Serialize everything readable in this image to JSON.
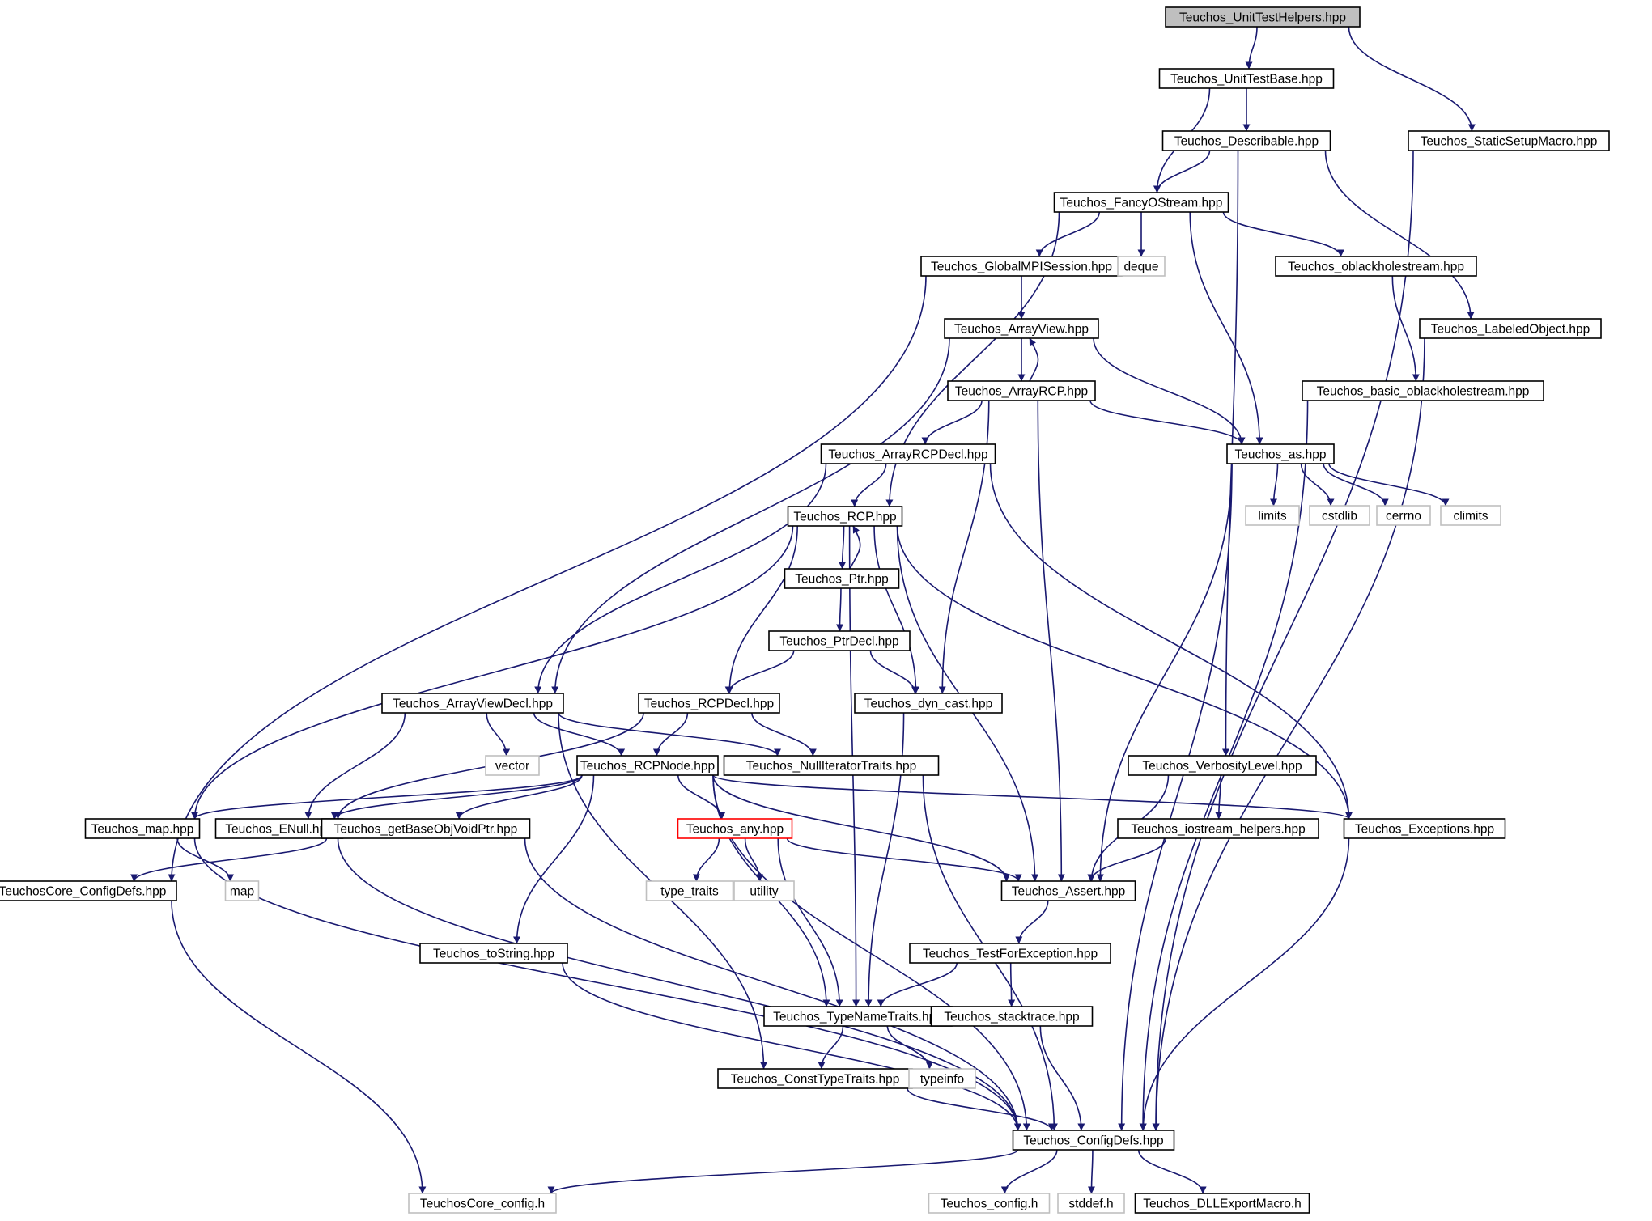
{
  "colors": {
    "edge": "#191970",
    "node_border": "#000000",
    "external_border": "#bfbfbf",
    "incomplete_border": "#ff0000",
    "root_fill": "#bfbfbf",
    "node_fill": "#ffffff"
  },
  "nodes": [
    {
      "id": "n_unittesthelpers",
      "label": "Teuchos_UnitTestHelpers.hpp",
      "kind": "root"
    },
    {
      "id": "n_unittestbase",
      "label": "Teuchos_UnitTestBase.hpp",
      "kind": "normal"
    },
    {
      "id": "n_staticsetupmacro",
      "label": "Teuchos_StaticSetupMacro.hpp",
      "kind": "normal"
    },
    {
      "id": "n_describable",
      "label": "Teuchos_Describable.hpp",
      "kind": "normal"
    },
    {
      "id": "n_fancyostream",
      "label": "Teuchos_FancyOStream.hpp",
      "kind": "normal"
    },
    {
      "id": "n_globalmpisession",
      "label": "Teuchos_GlobalMPISession.hpp",
      "kind": "normal"
    },
    {
      "id": "n_deque",
      "label": "deque",
      "kind": "external"
    },
    {
      "id": "n_oblackholestream",
      "label": "Teuchos_oblackholestream.hpp",
      "kind": "normal"
    },
    {
      "id": "n_labeledobject",
      "label": "Teuchos_LabeledObject.hpp",
      "kind": "normal"
    },
    {
      "id": "n_arrayview",
      "label": "Teuchos_ArrayView.hpp",
      "kind": "normal"
    },
    {
      "id": "n_arrayrcp",
      "label": "Teuchos_ArrayRCP.hpp",
      "kind": "normal"
    },
    {
      "id": "n_basic_oblackholestream",
      "label": "Teuchos_basic_oblackholestream.hpp",
      "kind": "normal"
    },
    {
      "id": "n_arrayrcpdecl",
      "label": "Teuchos_ArrayRCPDecl.hpp",
      "kind": "normal"
    },
    {
      "id": "n_as",
      "label": "Teuchos_as.hpp",
      "kind": "normal"
    },
    {
      "id": "n_rcp",
      "label": "Teuchos_RCP.hpp",
      "kind": "normal"
    },
    {
      "id": "n_limits",
      "label": "limits",
      "kind": "external"
    },
    {
      "id": "n_cstdlib",
      "label": "cstdlib",
      "kind": "external"
    },
    {
      "id": "n_cerrno",
      "label": "cerrno",
      "kind": "external"
    },
    {
      "id": "n_climits",
      "label": "climits",
      "kind": "external"
    },
    {
      "id": "n_ptr",
      "label": "Teuchos_Ptr.hpp",
      "kind": "normal"
    },
    {
      "id": "n_ptrdecl",
      "label": "Teuchos_PtrDecl.hpp",
      "kind": "normal"
    },
    {
      "id": "n_arrayviewdecl",
      "label": "Teuchos_ArrayViewDecl.hpp",
      "kind": "normal"
    },
    {
      "id": "n_rcpdecl",
      "label": "Teuchos_RCPDecl.hpp",
      "kind": "normal"
    },
    {
      "id": "n_dyn_cast",
      "label": "Teuchos_dyn_cast.hpp",
      "kind": "normal"
    },
    {
      "id": "n_vector",
      "label": "vector",
      "kind": "external"
    },
    {
      "id": "n_rcpnode",
      "label": "Teuchos_RCPNode.hpp",
      "kind": "normal"
    },
    {
      "id": "n_nulliteratortraits",
      "label": "Teuchos_NullIteratorTraits.hpp",
      "kind": "normal"
    },
    {
      "id": "n_verbositylevel",
      "label": "Teuchos_VerbosityLevel.hpp",
      "kind": "normal"
    },
    {
      "id": "n_map_hpp",
      "label": "Teuchos_map.hpp",
      "kind": "normal"
    },
    {
      "id": "n_enull",
      "label": "Teuchos_ENull.hpp",
      "kind": "normal"
    },
    {
      "id": "n_getbaseobjvoidptr",
      "label": "Teuchos_getBaseObjVoidPtr.hpp",
      "kind": "normal"
    },
    {
      "id": "n_any",
      "label": "Teuchos_any.hpp",
      "kind": "incomplete"
    },
    {
      "id": "n_iostream_helpers",
      "label": "Teuchos_iostream_helpers.hpp",
      "kind": "normal"
    },
    {
      "id": "n_exceptions",
      "label": "Teuchos_Exceptions.hpp",
      "kind": "normal"
    },
    {
      "id": "n_core_configdefs",
      "label": "TeuchosCore_ConfigDefs.hpp",
      "kind": "normal"
    },
    {
      "id": "n_map",
      "label": "map",
      "kind": "external"
    },
    {
      "id": "n_type_traits",
      "label": "type_traits",
      "kind": "external"
    },
    {
      "id": "n_utility",
      "label": "utility",
      "kind": "external"
    },
    {
      "id": "n_assert",
      "label": "Teuchos_Assert.hpp",
      "kind": "normal"
    },
    {
      "id": "n_tostring",
      "label": "Teuchos_toString.hpp",
      "kind": "normal"
    },
    {
      "id": "n_testforexception",
      "label": "Teuchos_TestForException.hpp",
      "kind": "normal"
    },
    {
      "id": "n_typenametraits",
      "label": "Teuchos_TypeNameTraits.hpp",
      "kind": "normal"
    },
    {
      "id": "n_stacktrace",
      "label": "Teuchos_stacktrace.hpp",
      "kind": "normal"
    },
    {
      "id": "n_consttypetraits",
      "label": "Teuchos_ConstTypeTraits.hpp",
      "kind": "normal"
    },
    {
      "id": "n_typeinfo",
      "label": "typeinfo",
      "kind": "external"
    },
    {
      "id": "n_configdefs",
      "label": "Teuchos_ConfigDefs.hpp",
      "kind": "normal"
    },
    {
      "id": "n_core_config",
      "label": "TeuchosCore_config.h",
      "kind": "external"
    },
    {
      "id": "n_config",
      "label": "Teuchos_config.h",
      "kind": "external"
    },
    {
      "id": "n_stddef",
      "label": "stddef.h",
      "kind": "external"
    },
    {
      "id": "n_dllexportmacro",
      "label": "Teuchos_DLLExportMacro.h",
      "kind": "normal"
    }
  ],
  "edges": [
    [
      "n_unittesthelpers",
      "n_unittestbase"
    ],
    [
      "n_unittesthelpers",
      "n_staticsetupmacro"
    ],
    [
      "n_unittestbase",
      "n_describable"
    ],
    [
      "n_unittestbase",
      "n_fancyostream"
    ],
    [
      "n_describable",
      "n_fancyostream"
    ],
    [
      "n_describable",
      "n_labeledobject"
    ],
    [
      "n_describable",
      "n_verbositylevel"
    ],
    [
      "n_staticsetupmacro",
      "n_configdefs"
    ],
    [
      "n_fancyostream",
      "n_globalmpisession"
    ],
    [
      "n_fancyostream",
      "n_deque"
    ],
    [
      "n_fancyostream",
      "n_oblackholestream"
    ],
    [
      "n_fancyostream",
      "n_as"
    ],
    [
      "n_fancyostream",
      "n_rcp"
    ],
    [
      "n_globalmpisession",
      "n_arrayview"
    ],
    [
      "n_globalmpisession",
      "n_core_configdefs"
    ],
    [
      "n_oblackholestream",
      "n_basic_oblackholestream"
    ],
    [
      "n_labeledobject",
      "n_configdefs"
    ],
    [
      "n_basic_oblackholestream",
      "n_configdefs"
    ],
    [
      "n_arrayview",
      "n_arrayrcp"
    ],
    [
      "n_arrayrcp",
      "n_arrayview"
    ],
    [
      "n_arrayview",
      "n_arrayviewdecl"
    ],
    [
      "n_arrayview",
      "n_as"
    ],
    [
      "n_arrayrcp",
      "n_arrayrcpdecl"
    ],
    [
      "n_arrayrcp",
      "n_as"
    ],
    [
      "n_arrayrcp",
      "n_dyn_cast"
    ],
    [
      "n_arrayrcp",
      "n_assert"
    ],
    [
      "n_arrayrcpdecl",
      "n_rcp"
    ],
    [
      "n_arrayrcpdecl",
      "n_arrayviewdecl"
    ],
    [
      "n_arrayrcpdecl",
      "n_exceptions"
    ],
    [
      "n_as",
      "n_limits"
    ],
    [
      "n_as",
      "n_cstdlib"
    ],
    [
      "n_as",
      "n_cerrno"
    ],
    [
      "n_as",
      "n_climits"
    ],
    [
      "n_as",
      "n_assert"
    ],
    [
      "n_as",
      "n_configdefs"
    ],
    [
      "n_rcp",
      "n_ptr"
    ],
    [
      "n_ptr",
      "n_rcp"
    ],
    [
      "n_rcp",
      "n_rcpdecl"
    ],
    [
      "n_rcp",
      "n_dyn_cast"
    ],
    [
      "n_rcp",
      "n_map_hpp"
    ],
    [
      "n_rcp",
      "n_exceptions"
    ],
    [
      "n_rcp",
      "n_assert"
    ],
    [
      "n_rcp",
      "n_typenametraits"
    ],
    [
      "n_ptr",
      "n_ptrdecl"
    ],
    [
      "n_ptrdecl",
      "n_rcpdecl"
    ],
    [
      "n_ptrdecl",
      "n_dyn_cast"
    ],
    [
      "n_arrayviewdecl",
      "n_vector"
    ],
    [
      "n_arrayviewdecl",
      "n_rcpnode"
    ],
    [
      "n_arrayviewdecl",
      "n_nulliteratortraits"
    ],
    [
      "n_arrayviewdecl",
      "n_enull"
    ],
    [
      "n_arrayviewdecl",
      "n_consttypetraits"
    ],
    [
      "n_rcpdecl",
      "n_rcpnode"
    ],
    [
      "n_rcpdecl",
      "n_nulliteratortraits"
    ],
    [
      "n_rcpdecl",
      "n_enull"
    ],
    [
      "n_dyn_cast",
      "n_typenametraits"
    ],
    [
      "n_rcpnode",
      "n_map_hpp"
    ],
    [
      "n_rcpnode",
      "n_enull"
    ],
    [
      "n_rcpnode",
      "n_getbaseobjvoidptr"
    ],
    [
      "n_rcpnode",
      "n_any"
    ],
    [
      "n_rcpnode",
      "n_exceptions"
    ],
    [
      "n_rcpnode",
      "n_assert"
    ],
    [
      "n_rcpnode",
      "n_tostring"
    ],
    [
      "n_rcpnode",
      "n_typenametraits"
    ],
    [
      "n_rcpnode",
      "n_configdefs"
    ],
    [
      "n_nulliteratortraits",
      "n_configdefs"
    ],
    [
      "n_verbositylevel",
      "n_iostream_helpers"
    ],
    [
      "n_verbositylevel",
      "n_assert"
    ],
    [
      "n_iostream_helpers",
      "n_assert"
    ],
    [
      "n_map_hpp",
      "n_map"
    ],
    [
      "n_map_hpp",
      "n_configdefs"
    ],
    [
      "n_enull",
      "n_configdefs"
    ],
    [
      "n_getbaseobjvoidptr",
      "n_core_configdefs"
    ],
    [
      "n_getbaseobjvoidptr",
      "n_configdefs"
    ],
    [
      "n_any",
      "n_type_traits"
    ],
    [
      "n_any",
      "n_utility"
    ],
    [
      "n_any",
      "n_assert"
    ],
    [
      "n_any",
      "n_typenametraits"
    ],
    [
      "n_exceptions",
      "n_configdefs"
    ],
    [
      "n_core_configdefs",
      "n_core_config"
    ],
    [
      "n_assert",
      "n_testforexception"
    ],
    [
      "n_tostring",
      "n_configdefs"
    ],
    [
      "n_testforexception",
      "n_typenametraits"
    ],
    [
      "n_testforexception",
      "n_stacktrace"
    ],
    [
      "n_stacktrace",
      "n_configdefs"
    ],
    [
      "n_typenametraits",
      "n_consttypetraits"
    ],
    [
      "n_typenametraits",
      "n_typeinfo"
    ],
    [
      "n_consttypetraits",
      "n_configdefs"
    ],
    [
      "n_configdefs",
      "n_core_config"
    ],
    [
      "n_configdefs",
      "n_config"
    ],
    [
      "n_configdefs",
      "n_stddef"
    ],
    [
      "n_configdefs",
      "n_dllexportmacro"
    ]
  ]
}
